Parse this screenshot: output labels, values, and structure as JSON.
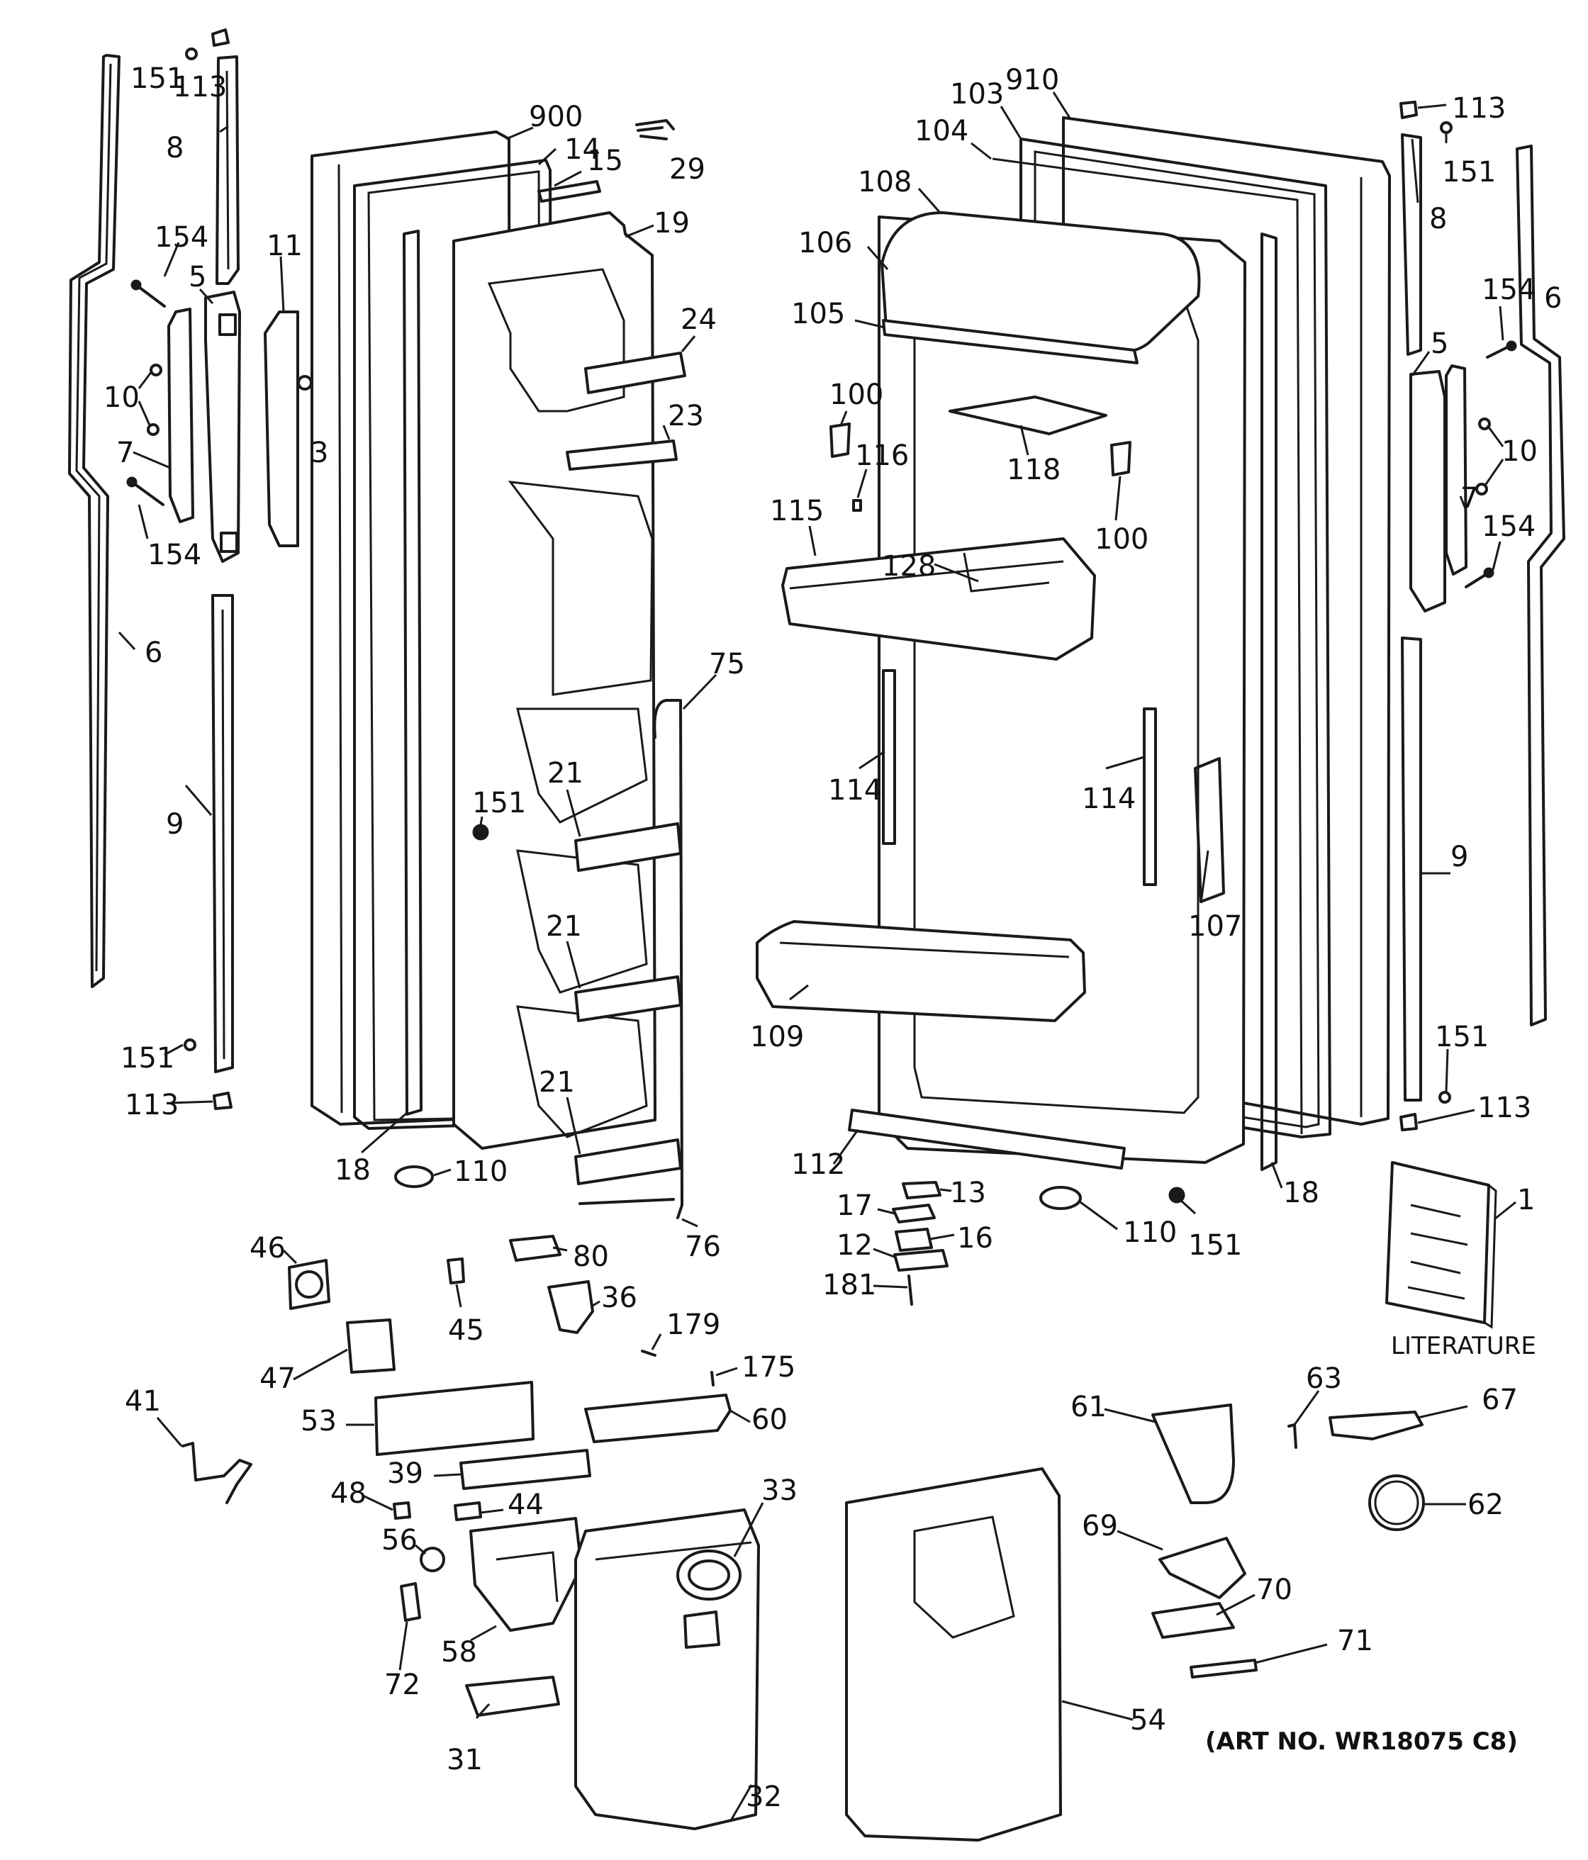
{
  "diagram": {
    "caption": "(ART NO. WR18075 C8)",
    "literature_label": "LITERATURE",
    "labels": {
      "l1": "151",
      "l2": "113",
      "l3": "8",
      "l4": "154",
      "l5": "5",
      "l6": "11",
      "l7": "10",
      "l8": "3",
      "l9": "7",
      "l10": "154",
      "l11": "6",
      "l12": "9",
      "l13": "151",
      "l14": "113",
      "l15": "18",
      "l16": "900",
      "l17": "14",
      "l18": "15",
      "l19": "29",
      "l20": "19",
      "l21": "24",
      "l22": "23",
      "l23": "75",
      "l24": "21",
      "l25": "151",
      "l26": "21",
      "l27": "21",
      "l28": "110",
      "l29": "80",
      "l30": "76",
      "l31": "910",
      "l32": "103",
      "l33": "104",
      "l34": "108",
      "l35": "106",
      "l36": "105",
      "l37": "100",
      "l38": "116",
      "l39": "118",
      "l40": "100",
      "l41": "115",
      "l42": "128",
      "l43": "114",
      "l44": "114",
      "l45": "107",
      "l46": "109",
      "l47": "112",
      "l48": "13",
      "l49": "17",
      "l50": "16",
      "l51": "12",
      "l52": "181",
      "l53": "110",
      "l54": "151",
      "l55": "18",
      "l56": "113",
      "l57": "151",
      "l58": "8",
      "l59": "154",
      "l60": "6",
      "l61": "5",
      "l62": "10",
      "l63": "7",
      "l64": "154",
      "l65": "9",
      "l66": "151",
      "l67": "113",
      "l68": "1",
      "l69": "46",
      "l70": "45",
      "l71": "36",
      "l72": "179",
      "l73": "175",
      "l74": "47",
      "l75": "41",
      "l76": "53",
      "l77": "60",
      "l78": "39",
      "l79": "48",
      "l80": "44",
      "l81": "33",
      "l82": "56",
      "l83": "58",
      "l84": "72",
      "l85": "31",
      "l86": "32",
      "l87": "61",
      "l88": "63",
      "l89": "67",
      "l90": "62",
      "l91": "69",
      "l92": "70",
      "l93": "71",
      "l94": "54"
    }
  }
}
